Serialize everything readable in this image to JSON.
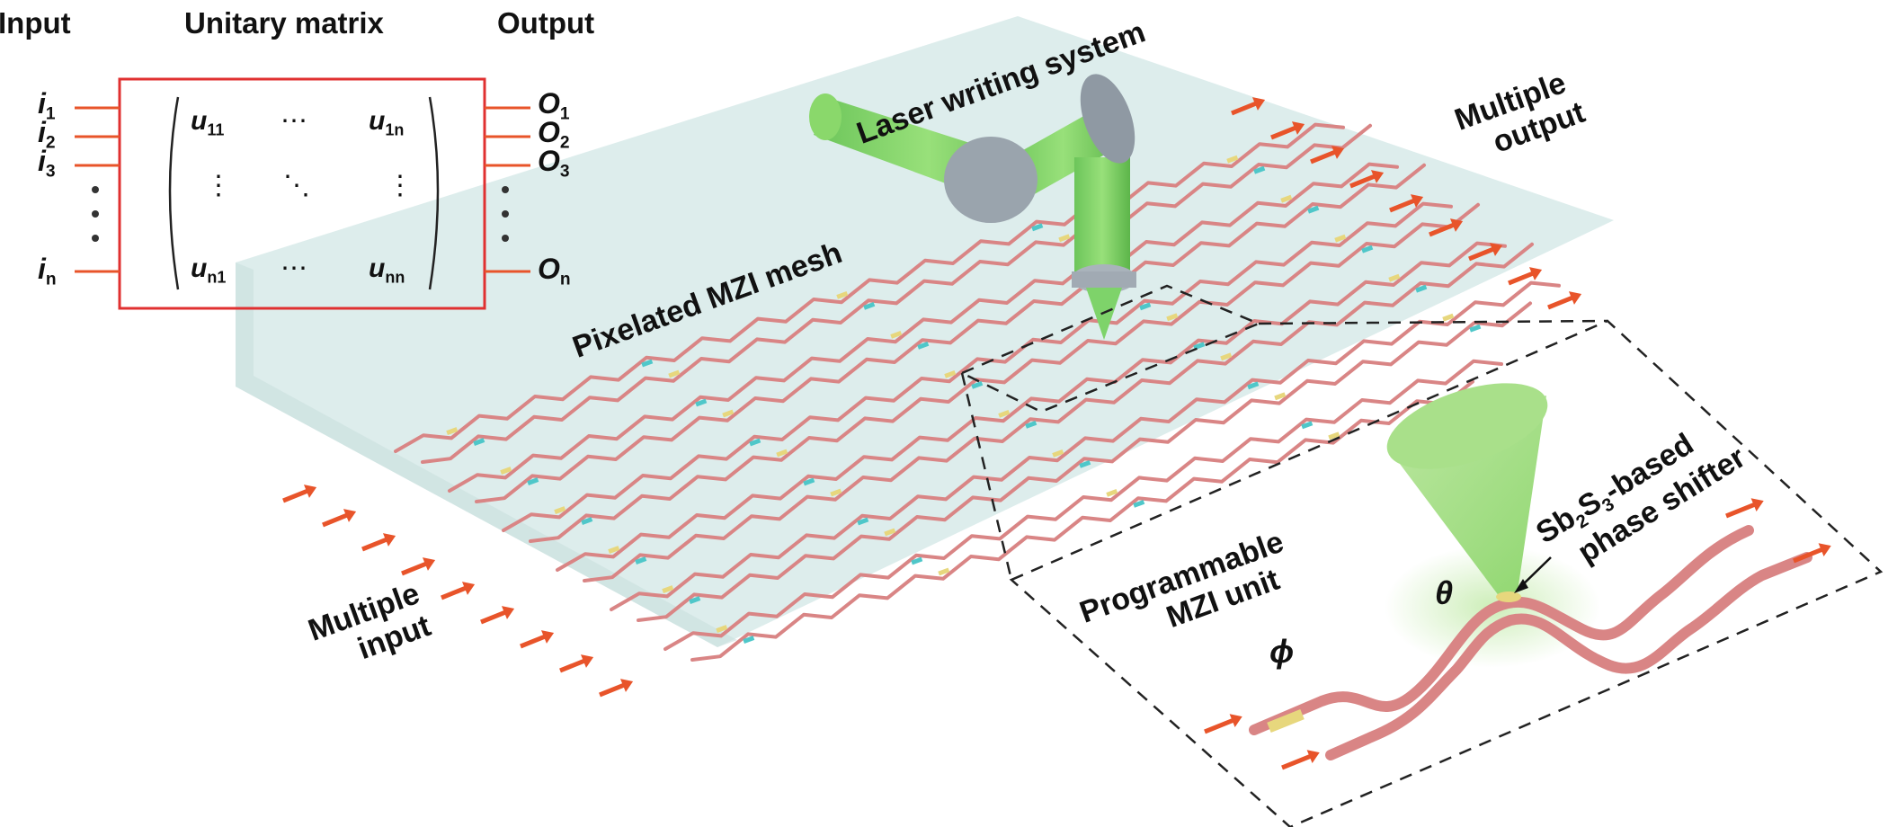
{
  "header": {
    "input": "Input",
    "unitary_matrix": "Unitary matrix",
    "output": "Output"
  },
  "matrix": {
    "inputs": [
      {
        "base": "i",
        "sub": "1"
      },
      {
        "base": "i",
        "sub": "2"
      },
      {
        "base": "i",
        "sub": "3"
      },
      {
        "base": "i",
        "sub": "n"
      }
    ],
    "outputs": [
      {
        "base": "O",
        "sub": "1"
      },
      {
        "base": "O",
        "sub": "2"
      },
      {
        "base": "O",
        "sub": "3"
      },
      {
        "base": "O",
        "sub": "n"
      }
    ],
    "entries": {
      "u11": {
        "base": "u",
        "sub": "11"
      },
      "u1n": {
        "base": "u",
        "sub": "1n"
      },
      "un1": {
        "base": "u",
        "sub": "n1"
      },
      "unn": {
        "base": "u",
        "sub": "nn"
      },
      "hdots": "⋯",
      "vdots": "⋮",
      "ddots": "⋱"
    }
  },
  "labels": {
    "laser": "Laser writing system",
    "mesh": "Pixelated MZI mesh",
    "multiple_output_1": "Multiple",
    "multiple_output_2": "output",
    "multiple_input_1": "Multiple",
    "multiple_input_2": "input",
    "programmable_1": "Programmable",
    "programmable_2": "MZI unit",
    "shifter_sb": "Sb",
    "shifter_sub1": "2",
    "shifter_s": "S",
    "shifter_sub2": "3",
    "shifter_rest": "-based",
    "shifter_2": "phase shifter",
    "phi": "ϕ",
    "theta": "θ"
  },
  "colors": {
    "waveguide": "#d98585",
    "waveguide_edge": "#b45a5a",
    "arrow": "#e8542a",
    "laser_beam": "#7ed36a",
    "mirror": "#9aa4ad",
    "plate": "#d9ebea",
    "matrix_border": "#e03030",
    "phase_cyan": "#4fc7c9",
    "phase_yellow": "#e7d77d"
  },
  "icons": {
    "mirror": "mirror-disc-icon",
    "arrow": "red-arrow-icon",
    "laser": "laser-beam-icon"
  }
}
